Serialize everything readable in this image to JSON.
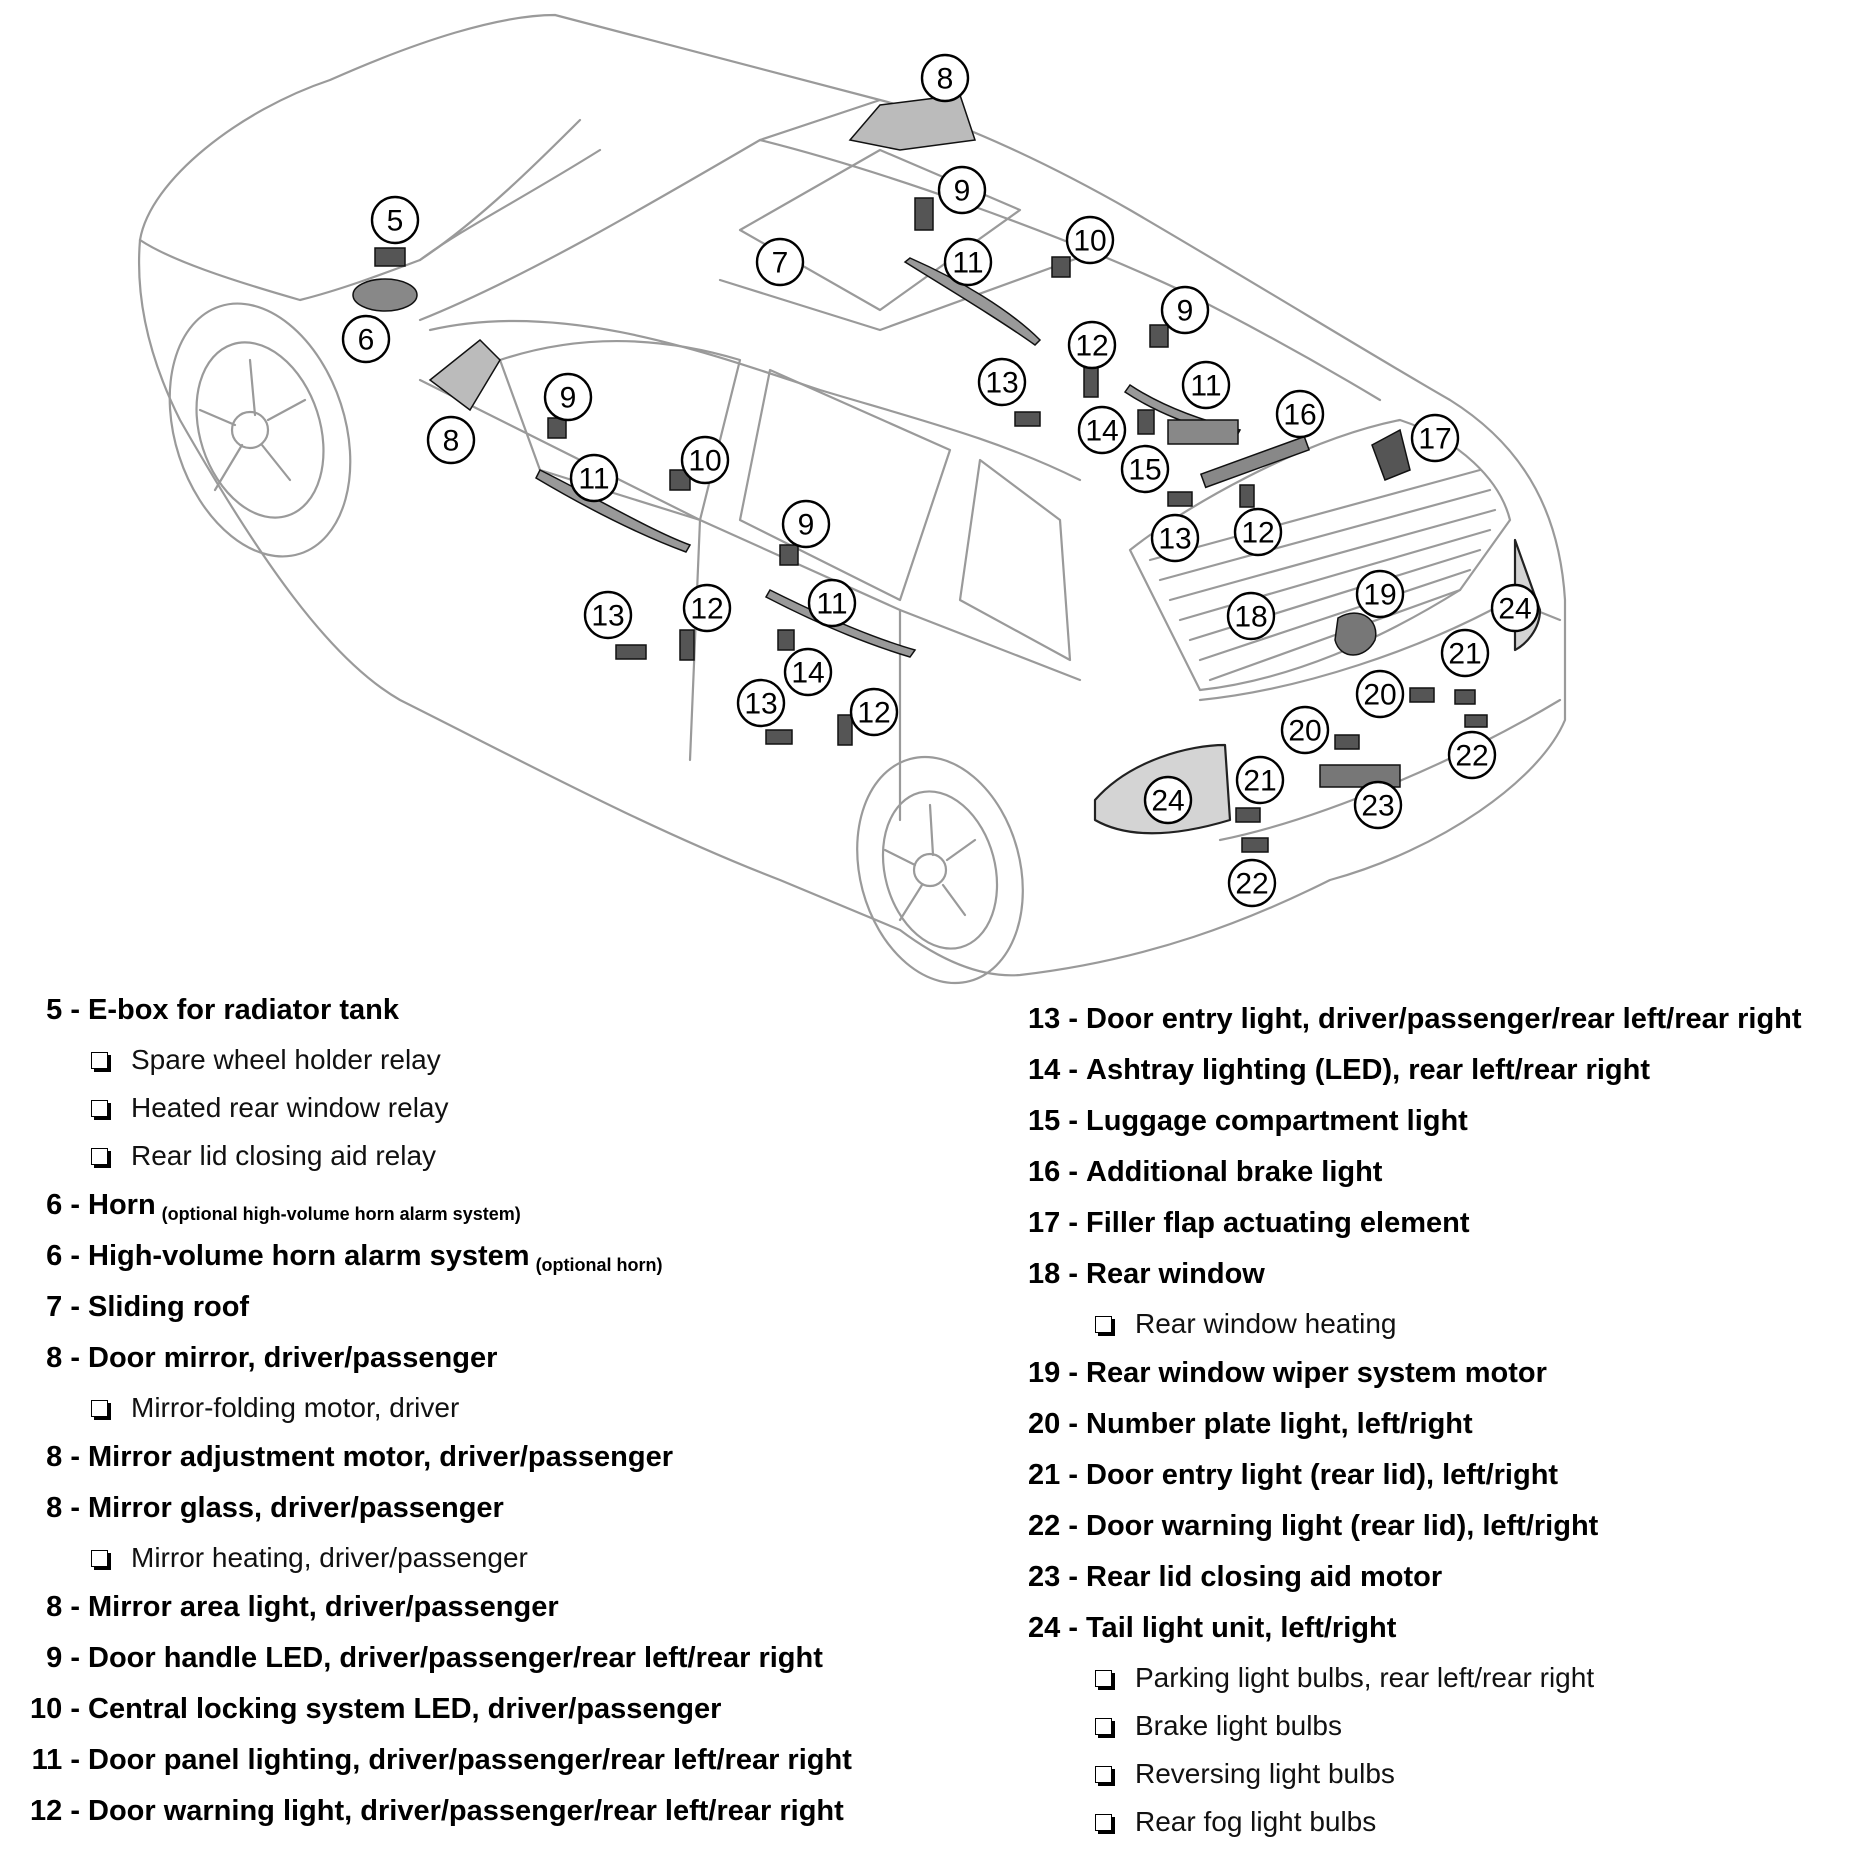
{
  "callouts": [
    {
      "n": "8"
    },
    {
      "n": "9"
    },
    {
      "n": "5"
    },
    {
      "n": "10"
    },
    {
      "n": "7"
    },
    {
      "n": "11"
    },
    {
      "n": "6"
    },
    {
      "n": "9"
    },
    {
      "n": "12"
    },
    {
      "n": "13"
    },
    {
      "n": "11"
    },
    {
      "n": "16"
    },
    {
      "n": "9"
    },
    {
      "n": "14"
    },
    {
      "n": "17"
    },
    {
      "n": "8"
    },
    {
      "n": "10"
    },
    {
      "n": "15"
    },
    {
      "n": "11"
    },
    {
      "n": "13"
    },
    {
      "n": "12"
    },
    {
      "n": "9"
    },
    {
      "n": "19"
    },
    {
      "n": "11"
    },
    {
      "n": "13"
    },
    {
      "n": "12"
    },
    {
      "n": "18"
    },
    {
      "n": "24"
    },
    {
      "n": "21"
    },
    {
      "n": "14"
    },
    {
      "n": "20"
    },
    {
      "n": "13"
    },
    {
      "n": "12"
    },
    {
      "n": "20"
    },
    {
      "n": "22"
    },
    {
      "n": "21"
    },
    {
      "n": "24"
    },
    {
      "n": "23"
    },
    {
      "n": "22"
    }
  ],
  "legend_left": [
    {
      "n": "5 -",
      "t": "E-box for radiator tank",
      "subs": [
        "Spare wheel holder relay",
        "Heated rear window relay",
        "Rear lid closing aid relay"
      ]
    },
    {
      "n": "6 -",
      "t": "Horn",
      "note": "(optional high-volume horn alarm system)"
    },
    {
      "n": "6 -",
      "t": "High-volume horn alarm system",
      "note": "(optional horn)"
    },
    {
      "n": "7 -",
      "t": "Sliding roof"
    },
    {
      "n": "8 -",
      "t": "Door mirror, driver/passenger",
      "subs": [
        "Mirror-folding motor, driver"
      ]
    },
    {
      "n": "8 -",
      "t": "Mirror adjustment motor, driver/passenger"
    },
    {
      "n": "8 -",
      "t": "Mirror glass, driver/passenger",
      "subs": [
        "Mirror heating, driver/passenger"
      ]
    },
    {
      "n": "8 -",
      "t": "Mirror area light, driver/passenger"
    },
    {
      "n": "9 -",
      "t": "Door handle LED, driver/passenger/rear left/rear right"
    },
    {
      "n": "10 -",
      "t": "Central locking system LED, driver/passenger"
    },
    {
      "n": "11 -",
      "t": "Door panel lighting, driver/passenger/rear left/rear right"
    },
    {
      "n": "12 -",
      "t": "Door warning light, driver/passenger/rear left/rear right"
    }
  ],
  "legend_right": [
    {
      "n": "13 -",
      "t": "Door entry light, driver/passenger/rear left/rear right"
    },
    {
      "n": "14 -",
      "t": "Ashtray lighting (LED), rear left/rear right"
    },
    {
      "n": "15 -",
      "t": "Luggage compartment light"
    },
    {
      "n": "16 -",
      "t": "Additional brake light"
    },
    {
      "n": "17 -",
      "t": "Filler flap actuating element"
    },
    {
      "n": "18 -",
      "t": "Rear window",
      "subs": [
        "Rear window heating"
      ]
    },
    {
      "n": "19 -",
      "t": "Rear window wiper system motor"
    },
    {
      "n": "20 -",
      "t": "Number plate light, left/right"
    },
    {
      "n": "21 -",
      "t": "Door entry light (rear lid), left/right"
    },
    {
      "n": "22 -",
      "t": "Door warning light (rear lid), left/right"
    },
    {
      "n": "23 -",
      "t": "Rear lid closing aid motor"
    },
    {
      "n": "24 -",
      "t": "Tail light unit, left/right",
      "subs": [
        "Parking light bulbs, rear left/rear right",
        "Brake light bulbs",
        "Reversing light bulbs",
        "Rear fog light bulbs"
      ]
    }
  ]
}
